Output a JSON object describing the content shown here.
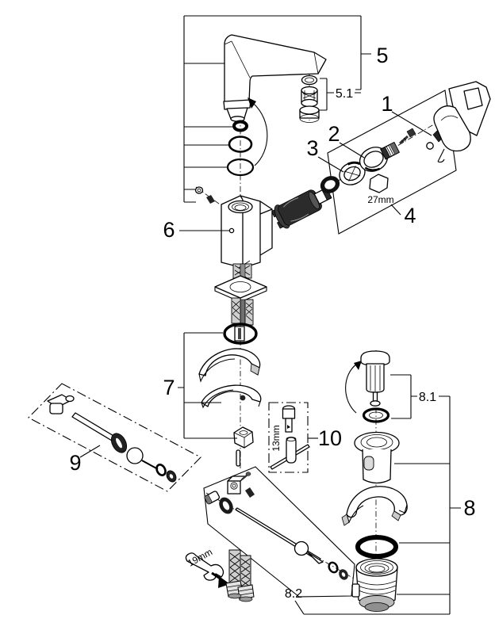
{
  "figure": {
    "type": "exploded-parts-diagram",
    "background_color": "#ffffff",
    "line_color": "#000000"
  },
  "callouts": {
    "c1": "1",
    "c2": "2",
    "c3": "3",
    "c4": "4",
    "c5": "5",
    "c5_1": "5.1",
    "c6": "6",
    "c7": "7",
    "c8": "8",
    "c8_1": "8.1",
    "c8_2": "8.2",
    "c9": "9",
    "c10": "10"
  },
  "dimensions": {
    "hex_size": "27mm",
    "socket_size": "13mm",
    "wrench_size": "19mm"
  }
}
